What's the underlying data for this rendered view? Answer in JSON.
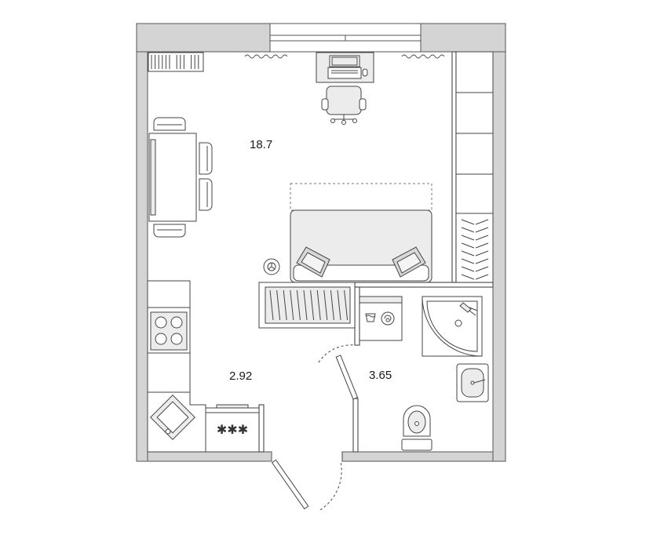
{
  "rooms": [
    {
      "id": "living",
      "area": "18.7"
    },
    {
      "id": "kitchen",
      "area": "2.92"
    },
    {
      "id": "bathroom",
      "area": "3.65"
    }
  ],
  "colors": {
    "wall": "#d4d4d4",
    "wall_stroke": "#555555",
    "furniture_fill": "#ececec",
    "line": "#444444"
  },
  "icons": [
    "laptop-icon",
    "office-chair-icon",
    "dining-table-icon",
    "sofa-icon",
    "washing-machine-icon",
    "stove-icon",
    "kitchen-sink-icon",
    "shower-icon",
    "washbasin-icon",
    "toilet-icon",
    "wardrobe-icon",
    "bookshelf-icon",
    "radiator-icon",
    "door-swing-icon"
  ]
}
